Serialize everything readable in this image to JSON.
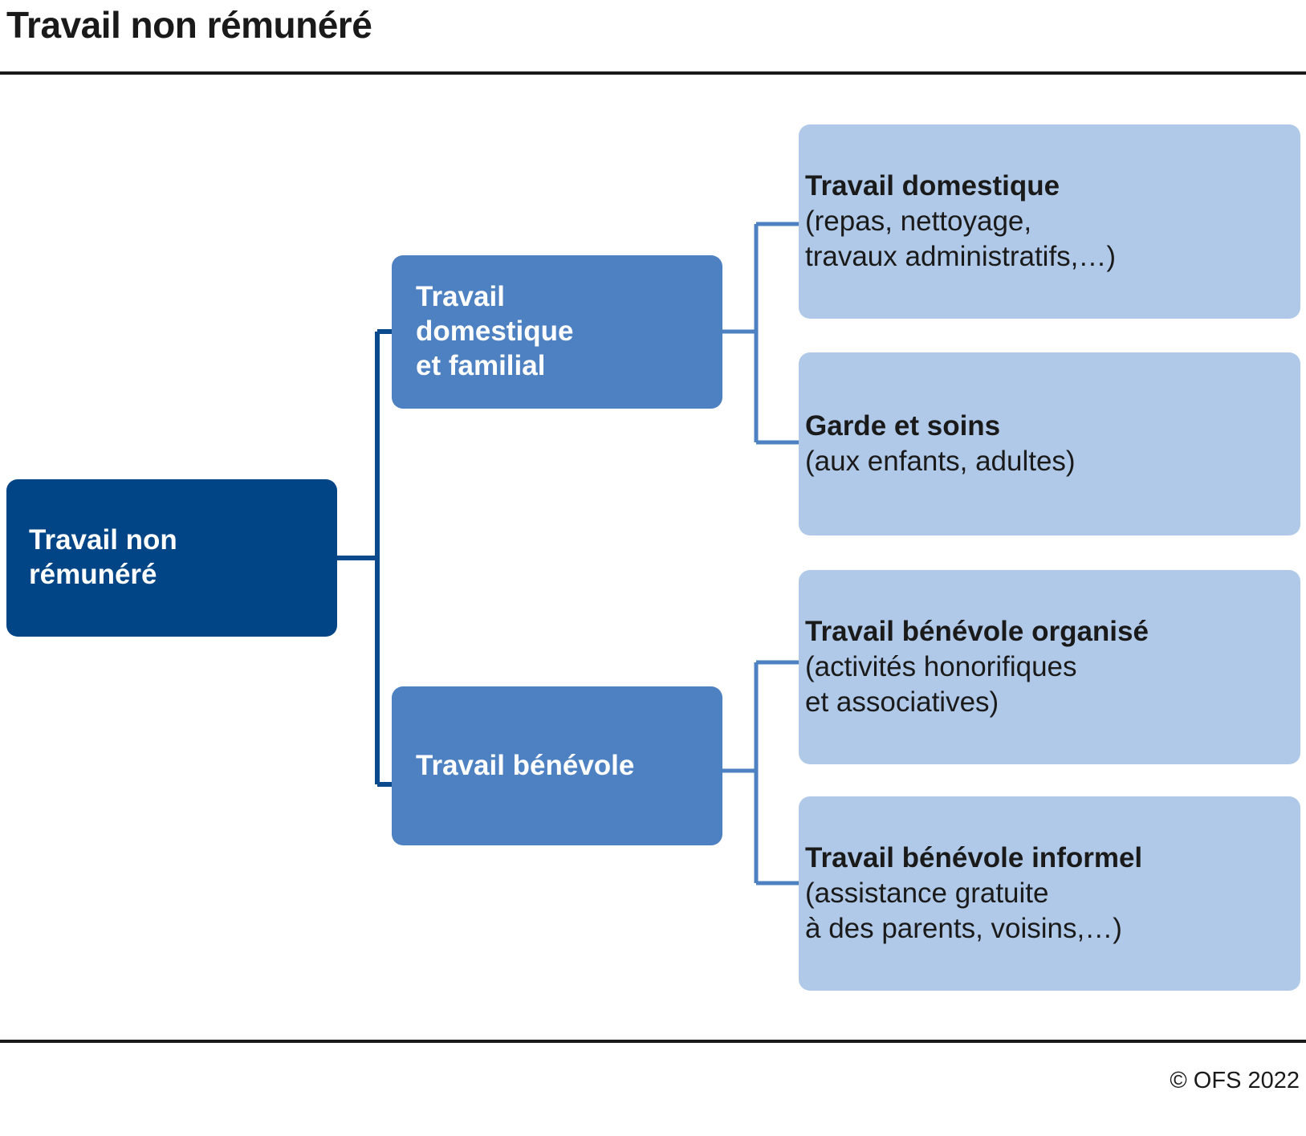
{
  "header": {
    "title": "Travail non rémunéré"
  },
  "footer": {
    "copyright": "© OFS 2022"
  },
  "colors": {
    "root_box": "#024586",
    "mid_box": "#4e81c2",
    "leaf_box": "#b0c9e8",
    "root_connector": "#0b4a8c",
    "mid_connector": "#4e81c2",
    "rule": "#1a1a1a",
    "text_dark": "#1a1a1a",
    "text_light": "#ffffff",
    "background": "#ffffff"
  },
  "diagram": {
    "type": "tree",
    "orientation": "left-to-right",
    "root": {
      "id": "travail-non-remunere",
      "lines": [
        "Travail non",
        "rémunéré"
      ]
    },
    "branches": [
      {
        "id": "travail-domestique-et-familial",
        "lines": [
          "Travail",
          "domestique",
          "et familial"
        ],
        "children": [
          {
            "id": "travail-domestique",
            "title": "Travail domestique",
            "subtitle_lines": [
              "(repas, nettoyage,",
              "travaux administratifs,…)"
            ]
          },
          {
            "id": "garde-et-soins",
            "title": "Garde et soins",
            "subtitle_lines": [
              "(aux enfants, adultes)"
            ]
          }
        ]
      },
      {
        "id": "travail-benevole",
        "lines": [
          "Travail bénévole"
        ],
        "children": [
          {
            "id": "travail-benevole-organise",
            "title": "Travail bénévole organisé",
            "subtitle_lines": [
              "(activités honorifiques",
              "et associatives)"
            ]
          },
          {
            "id": "travail-benevole-informel",
            "title": "Travail bénévole informel",
            "subtitle_lines": [
              "(assistance gratuite",
              "à des parents, voisins,…)"
            ]
          }
        ]
      }
    ]
  }
}
